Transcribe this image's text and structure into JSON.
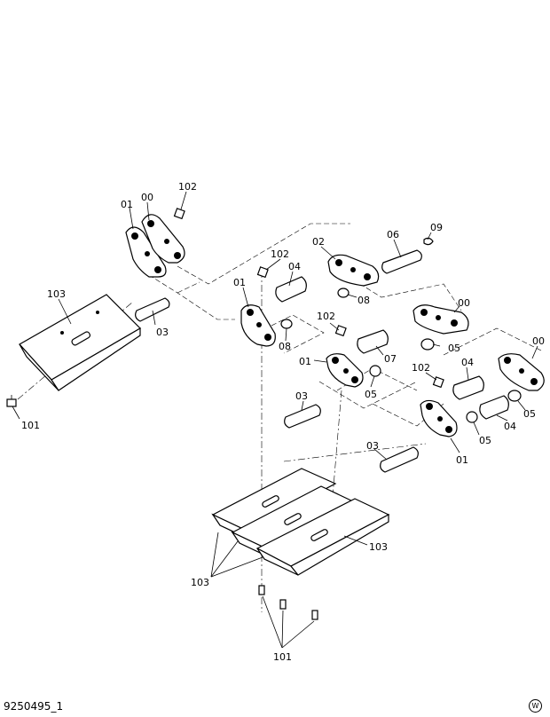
{
  "figure_code": "9250495_1",
  "watermark_mark": "W",
  "callouts": {
    "c00_top": "00",
    "c01_top": "01",
    "c102_top": "102",
    "c103_left": "103",
    "c03_left": "03",
    "c101_left": "101",
    "c02": "02",
    "c06": "06",
    "c09": "09",
    "c102_mid1": "102",
    "c04_mid1": "04",
    "c08_mid1": "08",
    "c01_mid": "01",
    "c08_mid2": "08",
    "c00_mid": "00",
    "c102_mid2": "102",
    "c05_mid1": "05",
    "c07": "07",
    "c01_mid2": "01",
    "c05_mid2": "05",
    "c03_mid": "03",
    "c00_right": "00",
    "c102_right": "102",
    "c04_right1": "04",
    "c05_right1": "05",
    "c04_right2": "04",
    "c05_right2": "05",
    "c01_right": "01",
    "c03_right": "03",
    "c103_bottom": "103",
    "c103_right": "103",
    "c101_bottom": "101"
  }
}
